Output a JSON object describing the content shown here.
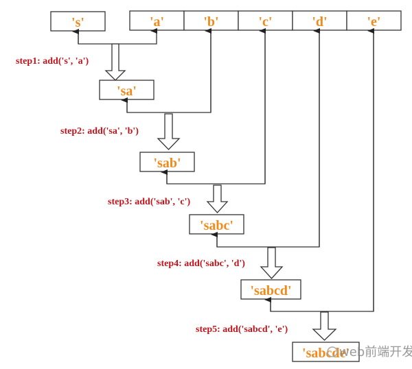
{
  "diagram": {
    "initial": {
      "label": "'s'"
    },
    "array": [
      {
        "label": "'a'"
      },
      {
        "label": "'b'"
      },
      {
        "label": "'c'"
      },
      {
        "label": "'d'"
      },
      {
        "label": "'e'"
      }
    ],
    "steps": [
      {
        "label": "step1: add('s', 'a')",
        "result": "'sa'"
      },
      {
        "label": "step2: add('sa', 'b')",
        "result": "'sab'"
      },
      {
        "label": "step3: add('sab', 'c')",
        "result": "'sabc'"
      },
      {
        "label": "step4: add('sabc', 'd')",
        "result": "'sabcd'"
      },
      {
        "label": "step5: add('sabcd', 'e')",
        "result": "'sabcde'"
      }
    ],
    "watermark": "web前端开发",
    "colors": {
      "value": "#f08a1c",
      "step": "#c0141c",
      "line": "#333333"
    }
  }
}
